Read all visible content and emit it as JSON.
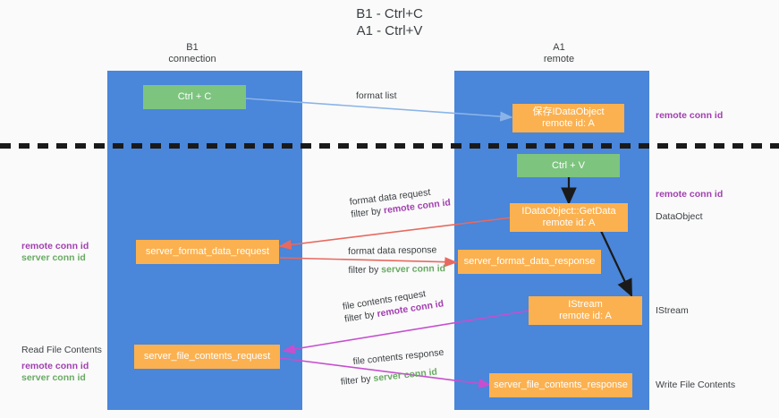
{
  "title": "B1 - Ctrl+C\nA1 - Ctrl+V",
  "columns": {
    "left": "B1\nconnection",
    "right": "A1\nremote"
  },
  "nodes": {
    "ctrl_c": "Ctrl + C",
    "save_dataobject": "保存IDataObject\nremote id: A",
    "ctrl_v": "Ctrl + V",
    "getdata": "IDataObject::GetData\nremote id: A",
    "server_format_data_request": "server_format_data_request",
    "server_format_data_response": "server_format_data_response",
    "istream": "IStream\nremote id: A",
    "server_file_contents_request": "server_file_contents_request",
    "server_file_contents_response": "server_file_contents_response"
  },
  "edges": {
    "format_list": "format list",
    "format_data_request": "format data request",
    "format_data_request_filter_pre": "filter by ",
    "format_data_request_filter_key": "remote conn id",
    "format_data_response": "format data response",
    "format_data_response_filter_pre": "filter by ",
    "format_data_response_filter_key": "server conn id",
    "file_contents_request": "file contents request",
    "file_contents_request_filter_pre": "filter by ",
    "file_contents_request_filter_key": "remote conn id",
    "file_contents_response": "file contents response",
    "file_contents_response_filter_pre": "filter by ",
    "file_contents_response_filter_key": "server conn id"
  },
  "annotations": {
    "right_remote_conn_id_top": "remote conn id",
    "right_remote_conn_id_mid": "remote conn id",
    "right_dataobject": "DataObject",
    "right_istream": "IStream",
    "right_write_file_contents": "Write File Contents",
    "left_remote_conn_id": "remote conn id",
    "left_server_conn_id": "server conn id",
    "left_read_file_contents": "Read File Contents",
    "left_remote_conn_id_2": "remote conn id",
    "left_server_conn_id_2": "server conn id"
  },
  "colors": {
    "lane": "#4a86d9",
    "orange": "#fbb150",
    "green": "#7dc47f",
    "purple": "#a23fb0",
    "green_text": "#6aaa64",
    "arrow_blue": "#8ab4e8",
    "arrow_red": "#e8695f",
    "arrow_magenta": "#c64fd0",
    "arrow_black": "#1a1a1a",
    "divider": "#1a1a1a"
  }
}
